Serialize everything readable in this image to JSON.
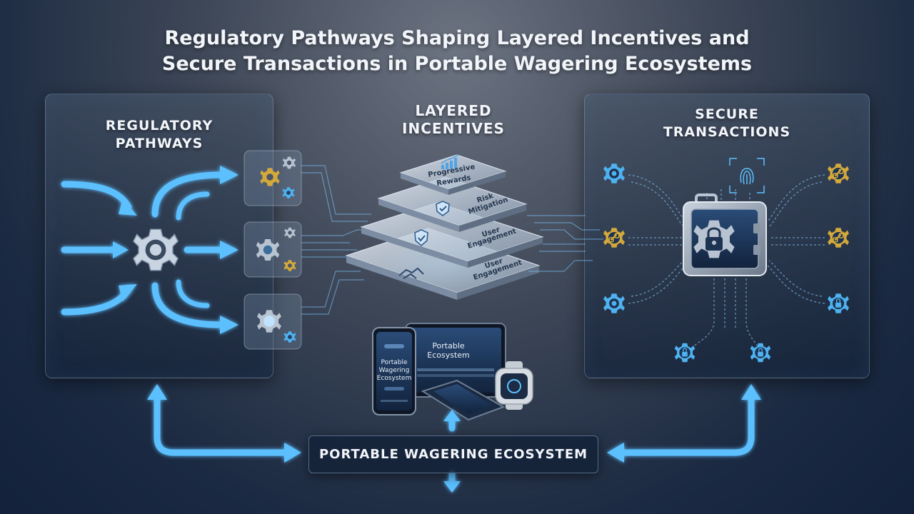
{
  "title": {
    "line1": "Regulatory Pathways Shaping Layered Incentives and",
    "line2": "Secure Transactions in Portable Wagering Ecosystems"
  },
  "regulatory": {
    "line1": "REGULATORY",
    "line2": "PATHWAYS"
  },
  "incentives": {
    "line1": "LAYERED",
    "line2": "INCENTIVES",
    "layers": [
      {
        "line1": "Progressive",
        "line2": "Rewards"
      },
      {
        "line1": "Risk",
        "line2": "Mitigation"
      },
      {
        "line1": "User",
        "line2": "Engagement"
      },
      {
        "line1": "User",
        "line2": "Engagement"
      }
    ]
  },
  "secure": {
    "line1": "SECURE",
    "line2": "TRANSACTIONS"
  },
  "devices": {
    "phone_line1": "Portable",
    "phone_line2": "Wagering",
    "phone_line3": "Ecosystem",
    "tablet_line1": "Portable",
    "tablet_line2": "Ecosystem"
  },
  "ecosystem_label": "PORTABLE WAGERING ECOSYSTEM",
  "colors": {
    "arrow": "#5cc0ff",
    "gear_gold": "#d4a93c",
    "gear_blue": "#4fb2f0",
    "panel_border": "#a0b9d7"
  },
  "icons": [
    "gear-icon",
    "shield-check-icon",
    "handshake-icon",
    "bar-chart-icon",
    "fingerprint-icon",
    "lock-icon",
    "chain-link-icon",
    "vault-icon"
  ]
}
